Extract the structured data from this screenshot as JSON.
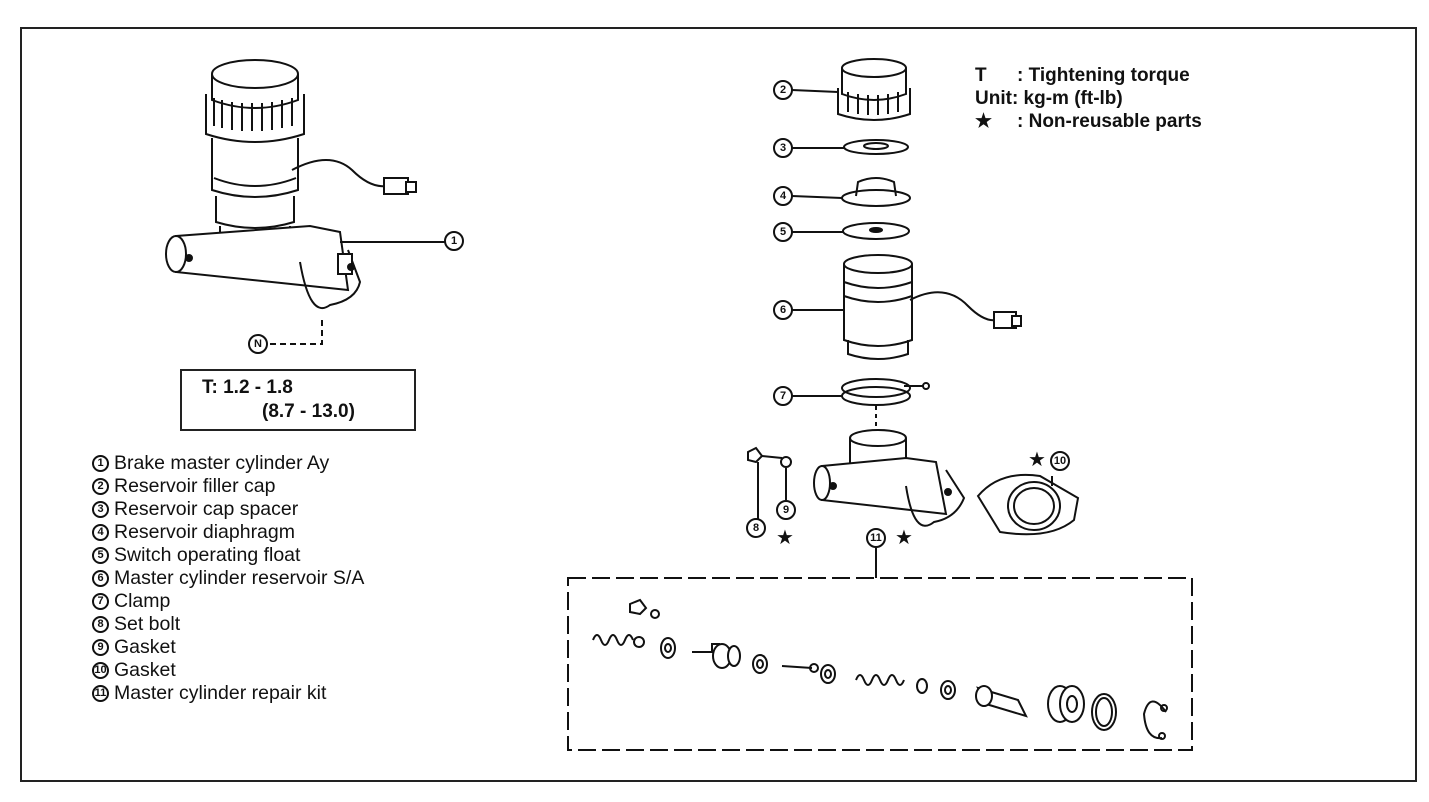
{
  "legend": {
    "rows": [
      {
        "key": "T",
        "text": ": Tightening  torque"
      },
      {
        "key": "Unit",
        "text": ": kg-m  (ft-lb)"
      },
      {
        "key": "★",
        "text": ": Non-reusable parts"
      }
    ]
  },
  "torque": {
    "line1": "T:  1.2 - 1.8",
    "line2": "(8.7 - 13.0)"
  },
  "markers": {
    "n": "N",
    "star": "★"
  },
  "parts": [
    {
      "num": "1",
      "label": "Brake master cylinder Ay"
    },
    {
      "num": "2",
      "label": "Reservoir filler cap"
    },
    {
      "num": "3",
      "label": "Reservoir cap spacer"
    },
    {
      "num": "4",
      "label": "Reservoir diaphragm"
    },
    {
      "num": "5",
      "label": "Switch operating float"
    },
    {
      "num": "6",
      "label": "Master cylinder reservoir S/A"
    },
    {
      "num": "7",
      "label": "Clamp"
    },
    {
      "num": "8",
      "label": "Set bolt"
    },
    {
      "num": "9",
      "label": "Gasket"
    },
    {
      "num": "10",
      "label": "Gasket"
    },
    {
      "num": "11",
      "label": "Master cylinder repair kit"
    }
  ]
}
